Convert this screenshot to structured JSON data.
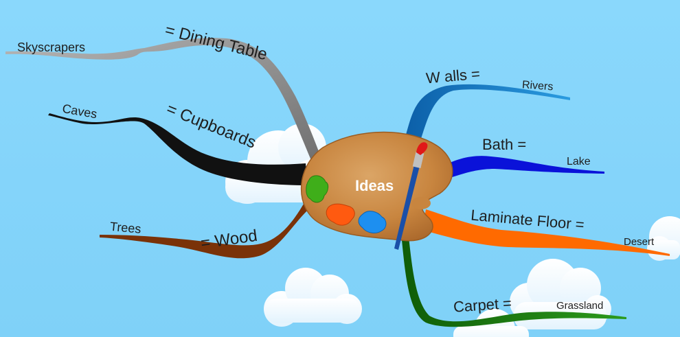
{
  "center": {
    "label": "Ideas"
  },
  "branches": [
    {
      "id": "dining",
      "main": "= Dining Table",
      "sub": "Skyscrapers",
      "color": "#8c8c8c",
      "sub_color": "#7a7a7a"
    },
    {
      "id": "cupboards",
      "main": "= Cupboards",
      "sub": "Caves",
      "color": "#111111",
      "sub_color": "#111111"
    },
    {
      "id": "wood",
      "main": "= Wood",
      "sub": "Trees",
      "color": "#7a3208",
      "sub_color": "#7a3208"
    },
    {
      "id": "walls",
      "main": "W alls =",
      "sub": "Rivers",
      "color": "#1584cc",
      "sub_color": "#1672b3"
    },
    {
      "id": "bath",
      "main": "Bath =",
      "sub": "Lake",
      "color": "#0a12d9",
      "sub_color": "#0a12d9"
    },
    {
      "id": "laminate",
      "main": "Laminate Floor =",
      "sub": "Desert",
      "color": "#ff6a00",
      "sub_color": "#ff6a00"
    },
    {
      "id": "carpet",
      "main": "Carpet =",
      "sub": "Grassland",
      "color": "#1a7a10",
      "sub_color": "#1a7a10"
    }
  ],
  "palette": {
    "wood_color": "#c8853f",
    "paint_colors": [
      "#3fae1a",
      "#ff5a10",
      "#1d8ff0"
    ],
    "brush_handle_color": "#1a4fa8",
    "brush_tip_color": "#e01818"
  },
  "sky_color": "#86d6fb"
}
